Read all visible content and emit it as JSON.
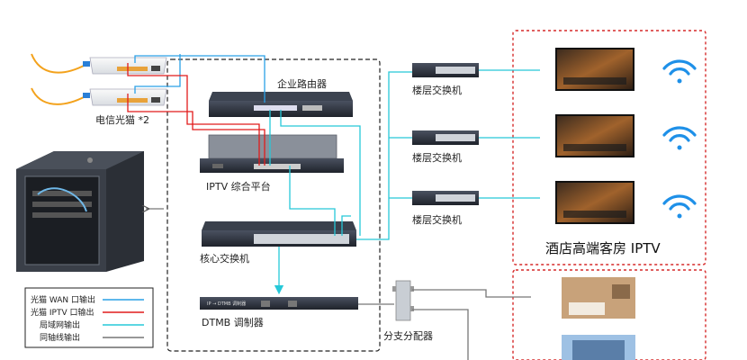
{
  "labels": {
    "modem": "电信光猫 *2",
    "router": "企业路由器",
    "iptv_platform": "IPTV 综合平台",
    "core_switch": "核心交换机",
    "floor_switch": "楼层交换机",
    "dtmb": "DTMB 调制器",
    "splitter": "分支分配器",
    "hotel_iptv": "酒店高端客房 IPTV",
    "dtmb_brand": "IP → DTMB 调制器"
  },
  "legend": [
    {
      "text": "光猫 WAN 口输出",
      "color": "#2aa0e6"
    },
    {
      "text": "光猫 IPTV 口输出",
      "color": "#e11b1b"
    },
    {
      "text": "局域网输出",
      "color": "#26c8d8"
    },
    {
      "text": "同轴线输出",
      "color": "#777777"
    }
  ],
  "colors": {
    "wan": "#2aa0e6",
    "iptv": "#e11b1b",
    "lan": "#26c8d8",
    "coax": "#777777",
    "fiber": "#f3a21c",
    "zone_border": "#d62a2a",
    "group_border": "#222222",
    "wifi": "#1e90e8"
  },
  "icons": [
    "wifi-icon",
    "tv-icon",
    "cabinet-icon",
    "fiber-cable-icon"
  ]
}
